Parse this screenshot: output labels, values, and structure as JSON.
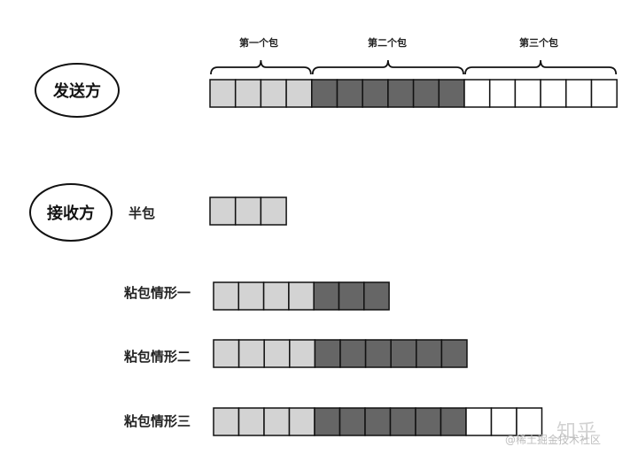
{
  "diagram": {
    "sender": {
      "label": "发送方"
    },
    "receiver": {
      "label": "接收方"
    },
    "packets": [
      {
        "label": "第一个包",
        "cells": 4,
        "color": "light"
      },
      {
        "label": "第二个包",
        "cells": 6,
        "color": "dark"
      },
      {
        "label": "第三个包",
        "cells": 6,
        "color": "white"
      }
    ],
    "rows": [
      {
        "label": "半包",
        "light": 3,
        "dark": 0,
        "white": 0
      },
      {
        "label": "粘包情形一",
        "light": 4,
        "dark": 3,
        "white": 0
      },
      {
        "label": "粘包情形二",
        "light": 4,
        "dark": 6,
        "white": 0
      },
      {
        "label": "粘包情形三",
        "light": 4,
        "dark": 6,
        "white": 3
      }
    ],
    "colors": {
      "light": "#d3d3d3",
      "dark": "#666666",
      "white": "#ffffff",
      "stroke": "#111111"
    }
  },
  "watermark": {
    "text": "@稀土掘金技术社区",
    "brand": "知乎"
  }
}
